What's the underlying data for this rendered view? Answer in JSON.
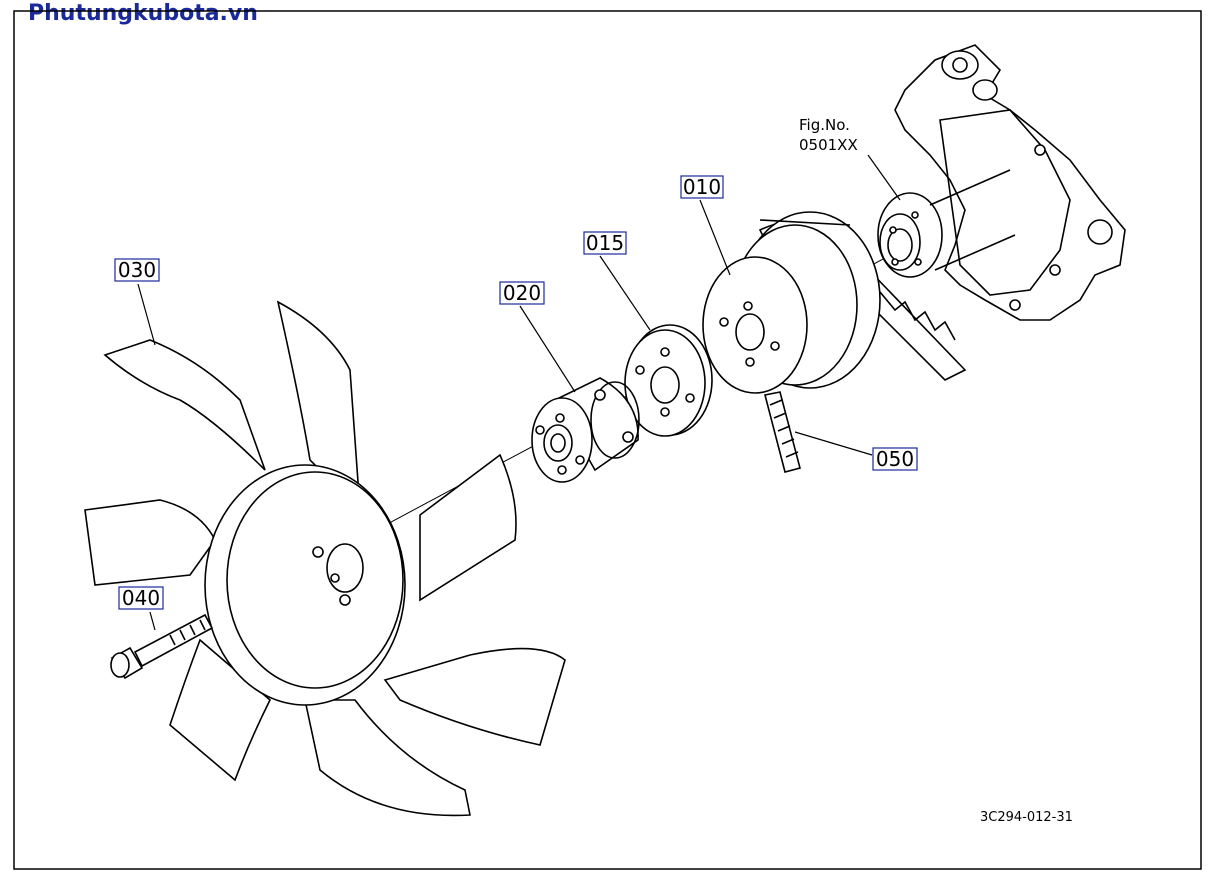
{
  "watermark": "Phutungkubota.vn",
  "figure_ref": {
    "line1": "Fig.No.",
    "line2": "0501XX"
  },
  "drawing_code": "3C294-012-31",
  "parts": [
    {
      "id": "010",
      "name": "pulley"
    },
    {
      "id": "015",
      "name": "spacer-plate"
    },
    {
      "id": "020",
      "name": "fan-spacer"
    },
    {
      "id": "030",
      "name": "fan"
    },
    {
      "id": "040",
      "name": "bolt"
    },
    {
      "id": "050",
      "name": "v-belt"
    }
  ]
}
